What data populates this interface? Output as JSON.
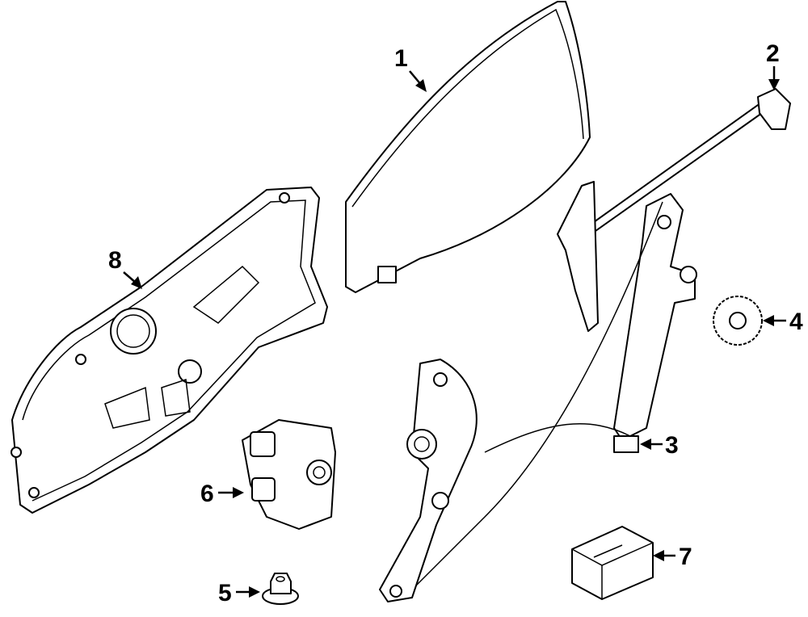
{
  "diagram": {
    "type": "parts-exploded-view",
    "callouts": [
      {
        "id": "1",
        "label": "1",
        "part": "glass"
      },
      {
        "id": "2",
        "label": "2",
        "part": "run-channel-bracket"
      },
      {
        "id": "3",
        "label": "3",
        "part": "regulator"
      },
      {
        "id": "4",
        "label": "4",
        "part": "gear"
      },
      {
        "id": "5",
        "label": "5",
        "part": "nut"
      },
      {
        "id": "6",
        "label": "6",
        "part": "motor"
      },
      {
        "id": "7",
        "label": "7",
        "part": "module"
      },
      {
        "id": "8",
        "label": "8",
        "part": "carrier-panel"
      }
    ]
  }
}
